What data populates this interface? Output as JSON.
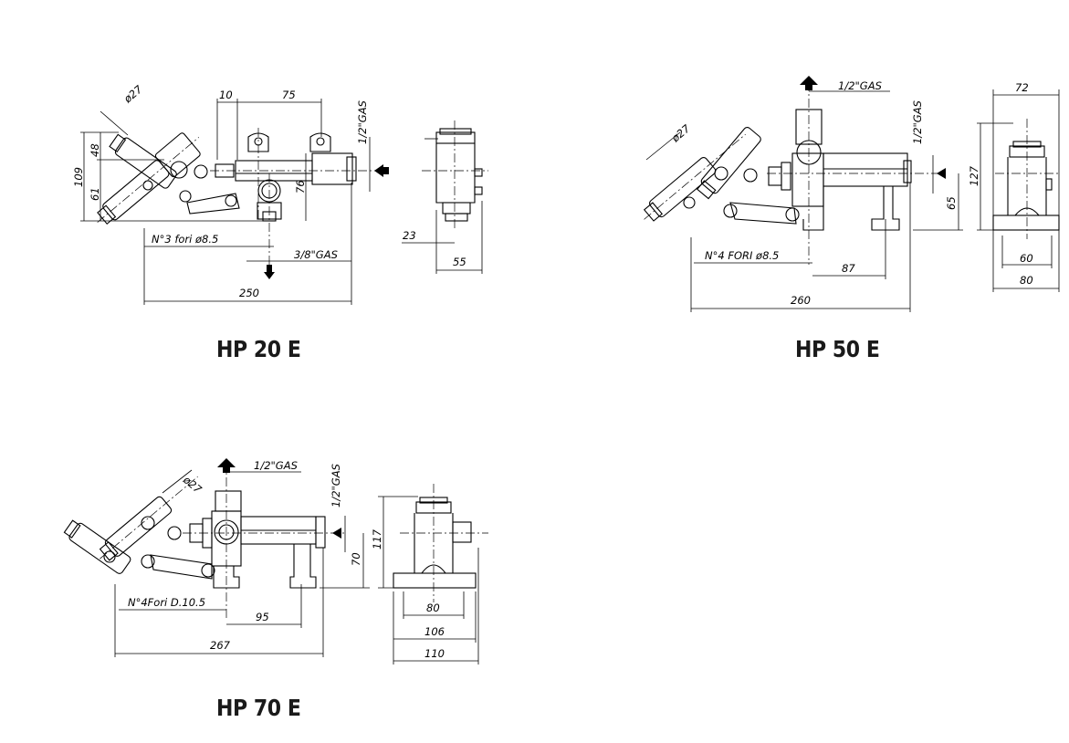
{
  "pumps": [
    {
      "model": "HP 20 E",
      "dims": {
        "handle_dia": "ø27",
        "d10": "10",
        "d75": "75",
        "port_side": "1/2\"GAS",
        "h48": "48",
        "h109": "109",
        "h61": "61",
        "h76": "76",
        "holes": "N°3  fori  ø8.5",
        "port_out": "3/8\"GAS",
        "length": "250",
        "w23": "23",
        "w55": "55"
      }
    },
    {
      "model": "HP 50 E",
      "dims": {
        "handle_dia": "ø27",
        "port_top": "1/2\"GAS",
        "port_side": "1/2\"GAS",
        "h65": "65",
        "holes": "N°4  FORI  ø8.5",
        "d87": "87",
        "length": "260",
        "w72": "72",
        "h127": "127",
        "w60": "60",
        "w80": "80"
      }
    },
    {
      "model": "HP 70 E",
      "dims": {
        "handle_dia": "ø27",
        "port_top": "1/2\"GAS",
        "port_side": "1/2\"GAS",
        "h70": "70",
        "h117": "117",
        "holes": "N°4Fori  D.10.5",
        "d95": "95",
        "length": "267",
        "w80": "80",
        "w106": "106",
        "w110": "110"
      }
    }
  ]
}
